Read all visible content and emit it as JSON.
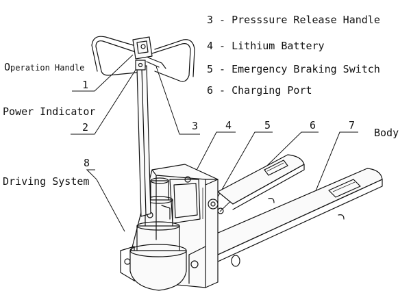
{
  "legend": [
    {
      "text": "3 - Presssure Release Handle"
    },
    {
      "text": "4 - Lithium Battery"
    },
    {
      "text": "5 - Emergency Braking Switch"
    },
    {
      "text": "6 - Charging Port"
    }
  ],
  "labels": {
    "operation_handle_initial": "O",
    "operation_handle_rest": "peration Handle",
    "power_indicator": "Power Indicator",
    "driving_system": "Driving System",
    "body": "Body"
  },
  "callouts": [
    "1",
    "2",
    "3",
    "4",
    "5",
    "6",
    "7",
    "8"
  ]
}
